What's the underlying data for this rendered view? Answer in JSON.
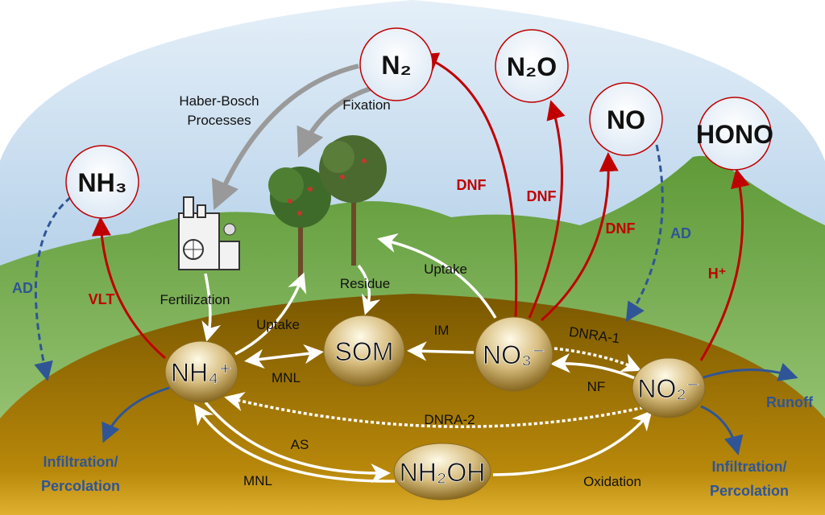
{
  "gases": {
    "n2": "N₂",
    "n2o": "N₂O",
    "no": "NO",
    "hono": "HONO",
    "nh3": "NH₃"
  },
  "pools": {
    "nh4": "NH₄⁺",
    "som": "SOM",
    "no3": "NO₃⁻",
    "no2": "NO₂⁻",
    "nh2oh": "NH₂OH"
  },
  "processes": {
    "haber1": "Haber-Bosch",
    "haber2": "Processes",
    "fixation": "Fixation",
    "dnf1": "DNF",
    "dnf2": "DNF",
    "dnf3": "DNF",
    "ad_right": "AD",
    "h_plus": "H⁺",
    "ad_left": "AD",
    "vlt": "VLT",
    "fertilization": "Fertilization",
    "residue": "Residue",
    "uptake_right": "Uptake",
    "uptake_left": "Uptake",
    "im": "IM",
    "mnl_top": "MNL",
    "dnra1": "DNRA-1",
    "nf": "NF",
    "dnra2": "DNRA-2",
    "as": "AS",
    "mnl_bottom": "MNL",
    "oxidation": "Oxidation",
    "runoff": "Runoff",
    "infil_left1": "Infiltration/",
    "infil_left2": "Percolation",
    "infil_right1": "Infiltration/",
    "infil_right2": "Percolation"
  },
  "colors": {
    "gas_flux": "#c00000",
    "atmospheric": "#2f5597",
    "soil_flux": "#ffffff",
    "sky": "#9fc3e4",
    "hill": "#7aab4a",
    "soil": "#a07800"
  }
}
